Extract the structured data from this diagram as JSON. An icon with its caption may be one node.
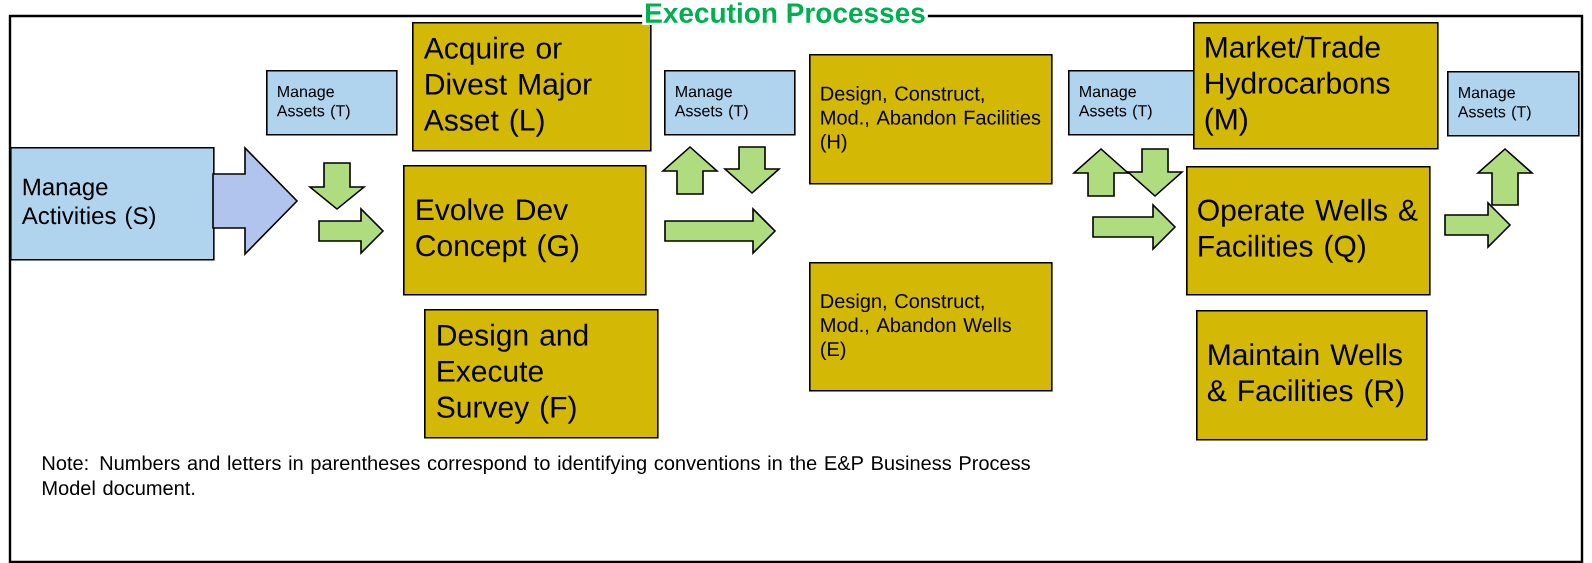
{
  "diagram": {
    "title": "Execution Processes",
    "nodes": [
      {
        "text": [
          "Manage Activities (S)"
        ]
      },
      {
        "text": [
          "Manage Assets (T)"
        ]
      },
      {
        "text": [
          "Acquire or Divest Major Asset (L)"
        ]
      },
      {
        "text": [
          "Evolve Dev Concept (G)"
        ]
      },
      {
        "text": [
          "Design and Execute Survey (F)"
        ]
      },
      {
        "text": [
          "Manage Assets (T)"
        ]
      },
      {
        "text": [
          "Design, Construct, Mod., Abandon Facilities (H)"
        ]
      },
      {
        "text": [
          "Design, Construct, Mod., Abandon Wells (E)"
        ]
      },
      {
        "text": [
          "Manage Assets (T)"
        ]
      },
      {
        "text": [
          "Market/Trade Hydrocarbons (M)"
        ]
      },
      {
        "text": [
          "Operate Wells & Facilities (Q)"
        ]
      },
      {
        "text": [
          "Maintain Wells & Facilities (R)"
        ]
      },
      {
        "text": [
          "Manage Assets (T)"
        ]
      }
    ],
    "edges": [
      {
        "from": 0,
        "to": null,
        "arrow": "to",
        "color": "#b0c4ee"
      },
      {
        "from": 1,
        "to": null,
        "arrow": "to"
      },
      {
        "from": null,
        "to": 3,
        "arrow": "to"
      },
      {
        "from": null,
        "to": 5,
        "arrow": "to"
      },
      {
        "from": 5,
        "to": null,
        "arrow": "to"
      },
      {
        "from": 3,
        "to": null,
        "arrow": "to"
      },
      {
        "from": null,
        "to": 8,
        "arrow": "to"
      },
      {
        "from": 8,
        "to": null,
        "arrow": "to"
      },
      {
        "from": null,
        "to": 10,
        "arrow": "to"
      },
      {
        "from": 10,
        "to": null,
        "arrow": "to"
      },
      {
        "from": null,
        "to": 12,
        "arrow": "to"
      }
    ],
    "labels": [
      "Note: Numbers and letters in parentheses correspond to identifying conventions in the E&P Business Process Model document."
    ]
  }
}
